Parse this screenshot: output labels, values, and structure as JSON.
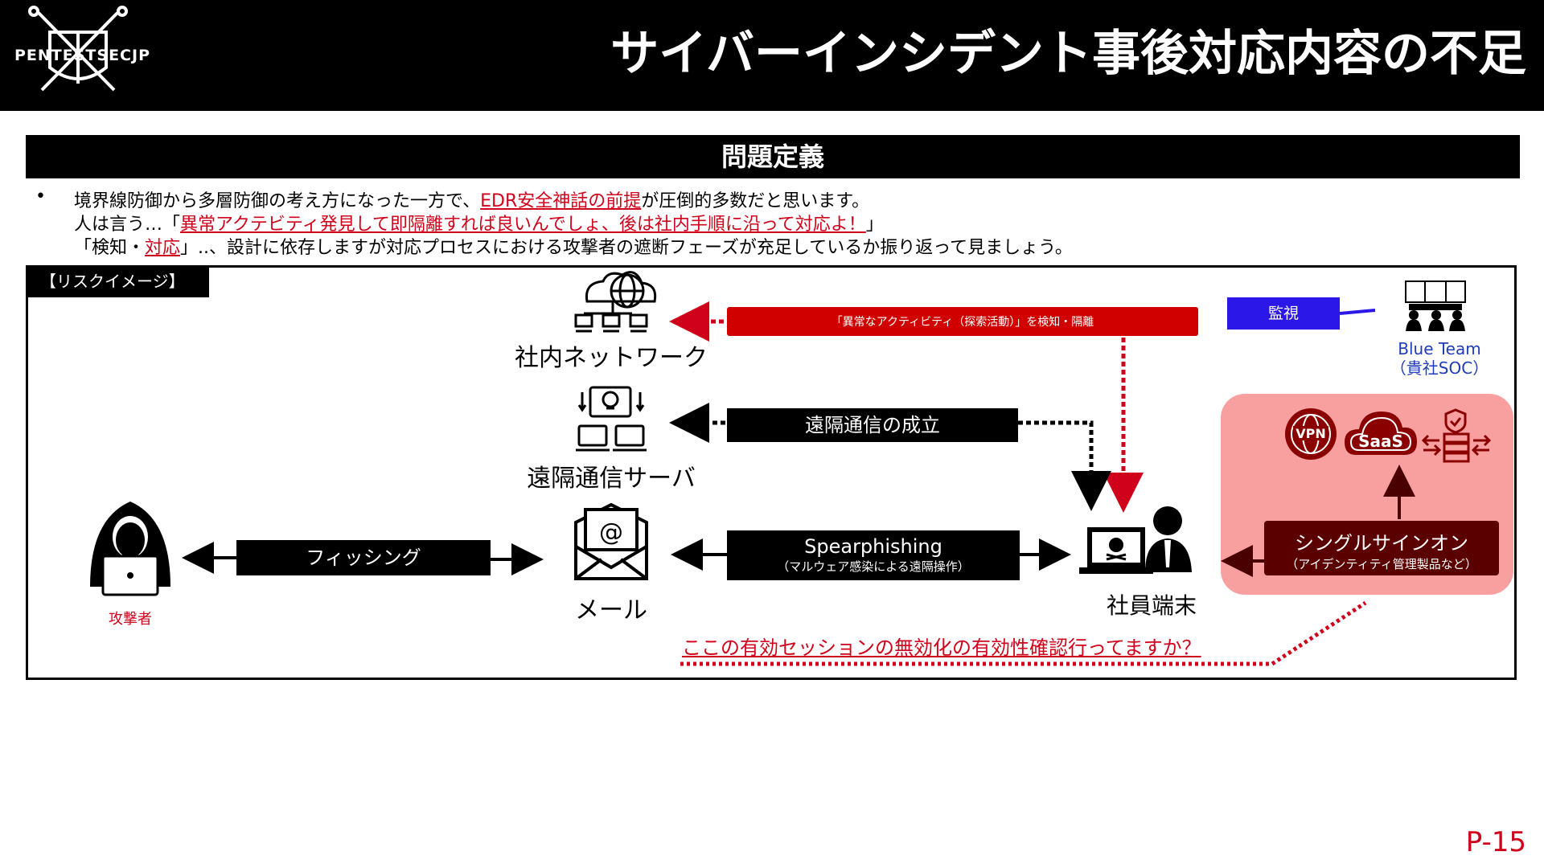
{
  "header": {
    "logo_text": "PENTESTSECJP",
    "title": "サイバーインシデント事後対応内容の不足"
  },
  "section": {
    "heading": "問題定義"
  },
  "bullets": {
    "bullet_char": "•",
    "line1_pre": "境界線防御から多層防御の考え方になった一方で、",
    "line1_red": "EDR安全神話の前提",
    "line1_post": "が圧倒的多数だと思います。",
    "line2_pre": "人は言う…「",
    "line2_red": "異常アクテビティ発見して即隔離すれば良いんでしょ、後は社内手順に沿って対応よ！",
    "line2_post": "」",
    "line3_pre": "「検知・",
    "line3_red": "対応",
    "line3_post": "」..、設計に依存しますが対応プロセスにおける攻撃者の遮断フェーズが充足しているか振り返って見ましょう。"
  },
  "diagram": {
    "risk_label": "【リスクイメージ】",
    "nodes": {
      "internal_network": "社内ネットワーク",
      "remote_server": "遠隔通信サーバ",
      "mail": "メール",
      "attacker": "攻撃者",
      "employee_terminal": "社員端末"
    },
    "edges": {
      "detect_isolate": "「異常なアクティビティ（探索活動）」を検知・隔離",
      "remote_comm": "遠隔通信の成立",
      "phishing": "フィッシング",
      "spearphishing": "Spearphishing",
      "spearphishing_sub": "（マルウェア感染による遠隔操作）"
    },
    "monitor_label": "監視",
    "blue_team": "Blue Team",
    "blue_team_sub": "（貴社SOC）",
    "sso": "シングルサインオン",
    "sso_sub": "（アイデンティティ管理製品など）",
    "vpn_label": "VPN",
    "saas_label": "SaaS",
    "question": "ここの有効セッションの無効化の有効性確認行ってますか？"
  },
  "colors": {
    "red": "#d0021b",
    "blue_box": "#2b18e8",
    "blue_text": "#1f3cbb",
    "pink_panel": "#f8a0a0",
    "sso_box": "#5a0000"
  },
  "icons": [
    "shield-swords-icon",
    "cloud-network-icon",
    "skull-servers-icon",
    "mail-icon",
    "hacker-icon",
    "infected-laptop-icon",
    "employee-icon",
    "soc-team-icon",
    "vpn-icon",
    "saas-icon",
    "server-shield-icon"
  ],
  "page_number": "P-15"
}
